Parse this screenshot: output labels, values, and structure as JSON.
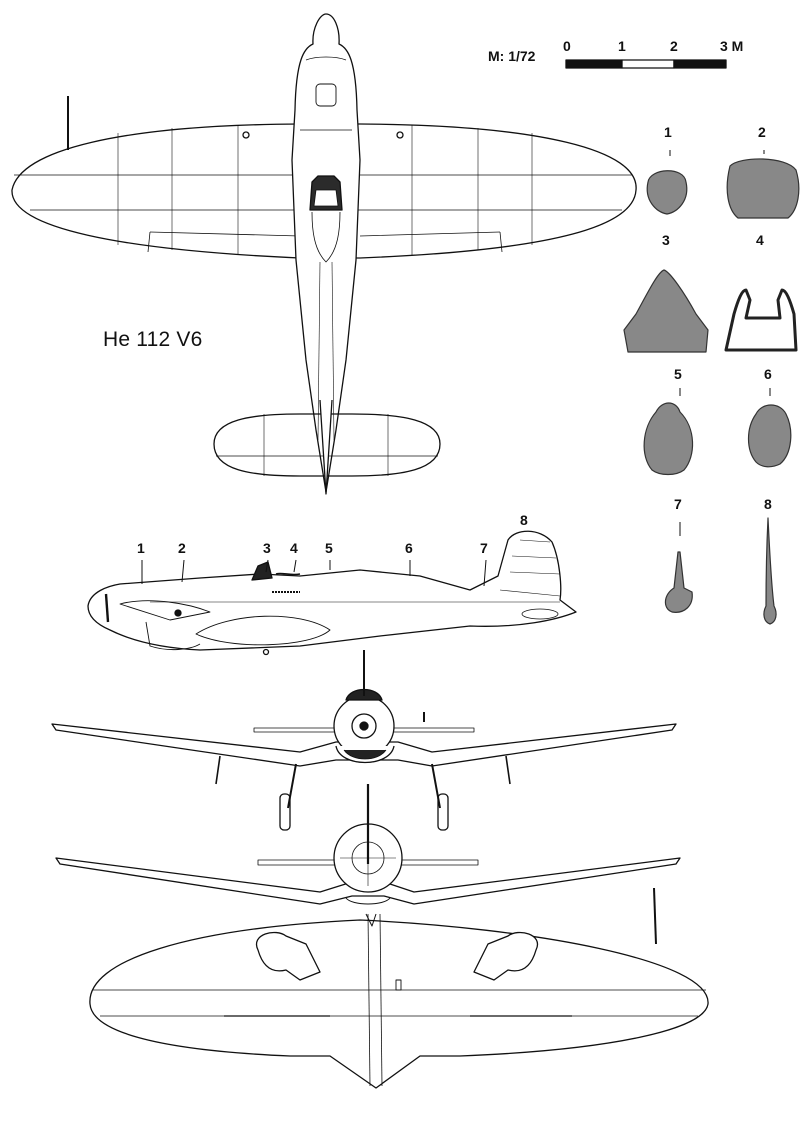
{
  "drawing": {
    "title": "He 112 V6",
    "scale": {
      "label": "M: 1/72",
      "ticks": [
        "0",
        "1",
        "2",
        "3 M"
      ]
    },
    "section_labels": [
      "1",
      "2",
      "3",
      "4",
      "5",
      "6",
      "7",
      "8"
    ],
    "profile_labels": [
      "1",
      "2",
      "3",
      "4",
      "5",
      "6",
      "7",
      "8"
    ]
  }
}
